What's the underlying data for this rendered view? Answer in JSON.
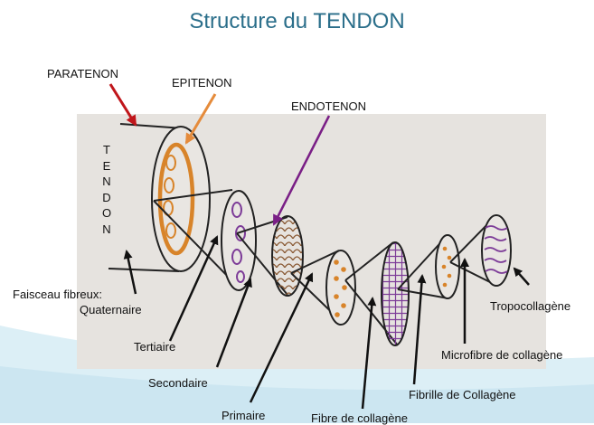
{
  "slide": {
    "title": "Structure du TENDON",
    "colors": {
      "title": "#2a6e8a",
      "paper": "#e6e3df",
      "orange": "#d8842a",
      "purple": "#7d3c98",
      "brown": "#8a5a35",
      "arrow_dark": "#111111",
      "arrow_red": "#c0161b",
      "arrow_orange": "#e58b3b",
      "arrow_purple": "#7a1f86"
    }
  },
  "labels": {
    "paratenon": "PARATENON",
    "epitenon": "EPITENON",
    "endotenon": "ENDOTENON",
    "tendon_letters": [
      "T",
      "E",
      "N",
      "D",
      "O",
      "N"
    ],
    "faisceau_line1": "Faisceau fibreux:",
    "faisceau_line2": "Quaternaire",
    "tertiaire": "Tertiaire",
    "secondaire": "Secondaire",
    "primaire": "Primaire",
    "fibre": "Fibre de collagène",
    "fibrille": "Fibrille de Collagène",
    "microfibre": "Microfibre de collagène",
    "tropocollagene": "Tropocollagène"
  }
}
